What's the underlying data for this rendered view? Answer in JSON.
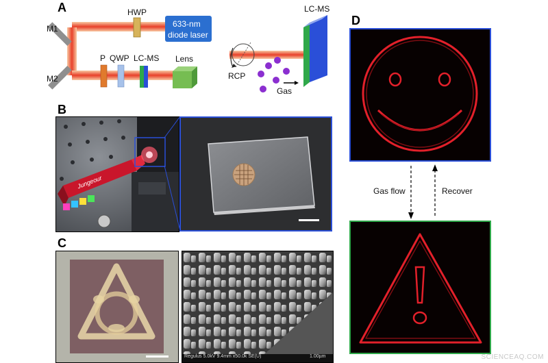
{
  "panel_labels": {
    "a": "A",
    "b": "B",
    "c": "C",
    "d": "D"
  },
  "setup": {
    "m1": "M1",
    "m2": "M2",
    "hwp": "HWP",
    "laser_line1": "633-nm",
    "laser_line2": "diode laser",
    "p": "P",
    "qwp": "QWP",
    "lc_ms_left": "LC-MS",
    "lens": "Lens",
    "lc_ms_right": "LC-MS",
    "rcp": "RCP",
    "gas": "Gas"
  },
  "photo_b": {
    "pen_brand": "Jungeour"
  },
  "sem": {
    "footer": "Regulus 5.0kV 9.4mm x50.0k SE(U)",
    "scale": "1.00µm"
  },
  "flow": {
    "gas_flow": "Gas flow",
    "recover": "Recover"
  },
  "frame_colors": {
    "blue": "#2a4fd8",
    "green": "#2fa84a"
  },
  "watermark": "SCIENCEAQ.COM"
}
